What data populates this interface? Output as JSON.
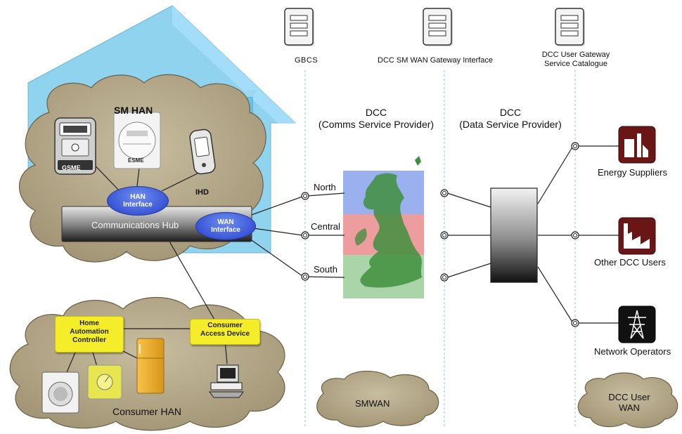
{
  "docs": [
    {
      "label": "GBCS"
    },
    {
      "label": "DCC SM WAN Gateway Interface"
    },
    {
      "label_line1": "DCC User Gateway",
      "label_line2": "Service Catalogue"
    }
  ],
  "dcc_comms": {
    "line1": "DCC",
    "line2": "(Comms Service Provider)"
  },
  "dcc_data": {
    "line1": "DCC",
    "line2": "(Data Service Provider)"
  },
  "sm_han": {
    "title": "SM HAN",
    "gsme": "GSME",
    "esme": "ESME",
    "ihd": "IHD",
    "han_interface": {
      "line1": "HAN",
      "line2": "Interface"
    },
    "wan_interface": {
      "line1": "WAN",
      "line2": "Interface"
    },
    "comms_hub": "Communications Hub"
  },
  "regions": [
    "North",
    "Central",
    "South"
  ],
  "region_colors": [
    "#9bb0ef",
    "#ee9d9f",
    "#a9d5a8"
  ],
  "consumer_han": {
    "title": "Consumer HAN",
    "hac": {
      "line1": "Home",
      "line2": "Automation",
      "line3": "Controller"
    },
    "cad": {
      "line1": "Consumer",
      "line2": "Access Device"
    }
  },
  "smwan": "SMWAN",
  "dcc_user_wan": {
    "line1": "DCC User",
    "line2": "WAN"
  },
  "users": [
    {
      "label": "Energy Suppliers",
      "icon": "factory-icon"
    },
    {
      "label": "Other DCC Users",
      "icon": "building-icon"
    },
    {
      "label": "Network Operators",
      "icon": "pylon-icon"
    }
  ],
  "colors": {
    "cloud": "#b5a88a",
    "house": "#8fd3ef",
    "interface_oval": "#4a66e0",
    "yellow_box": "#f5ec2a",
    "user_icon_bg": "#6b1616"
  }
}
